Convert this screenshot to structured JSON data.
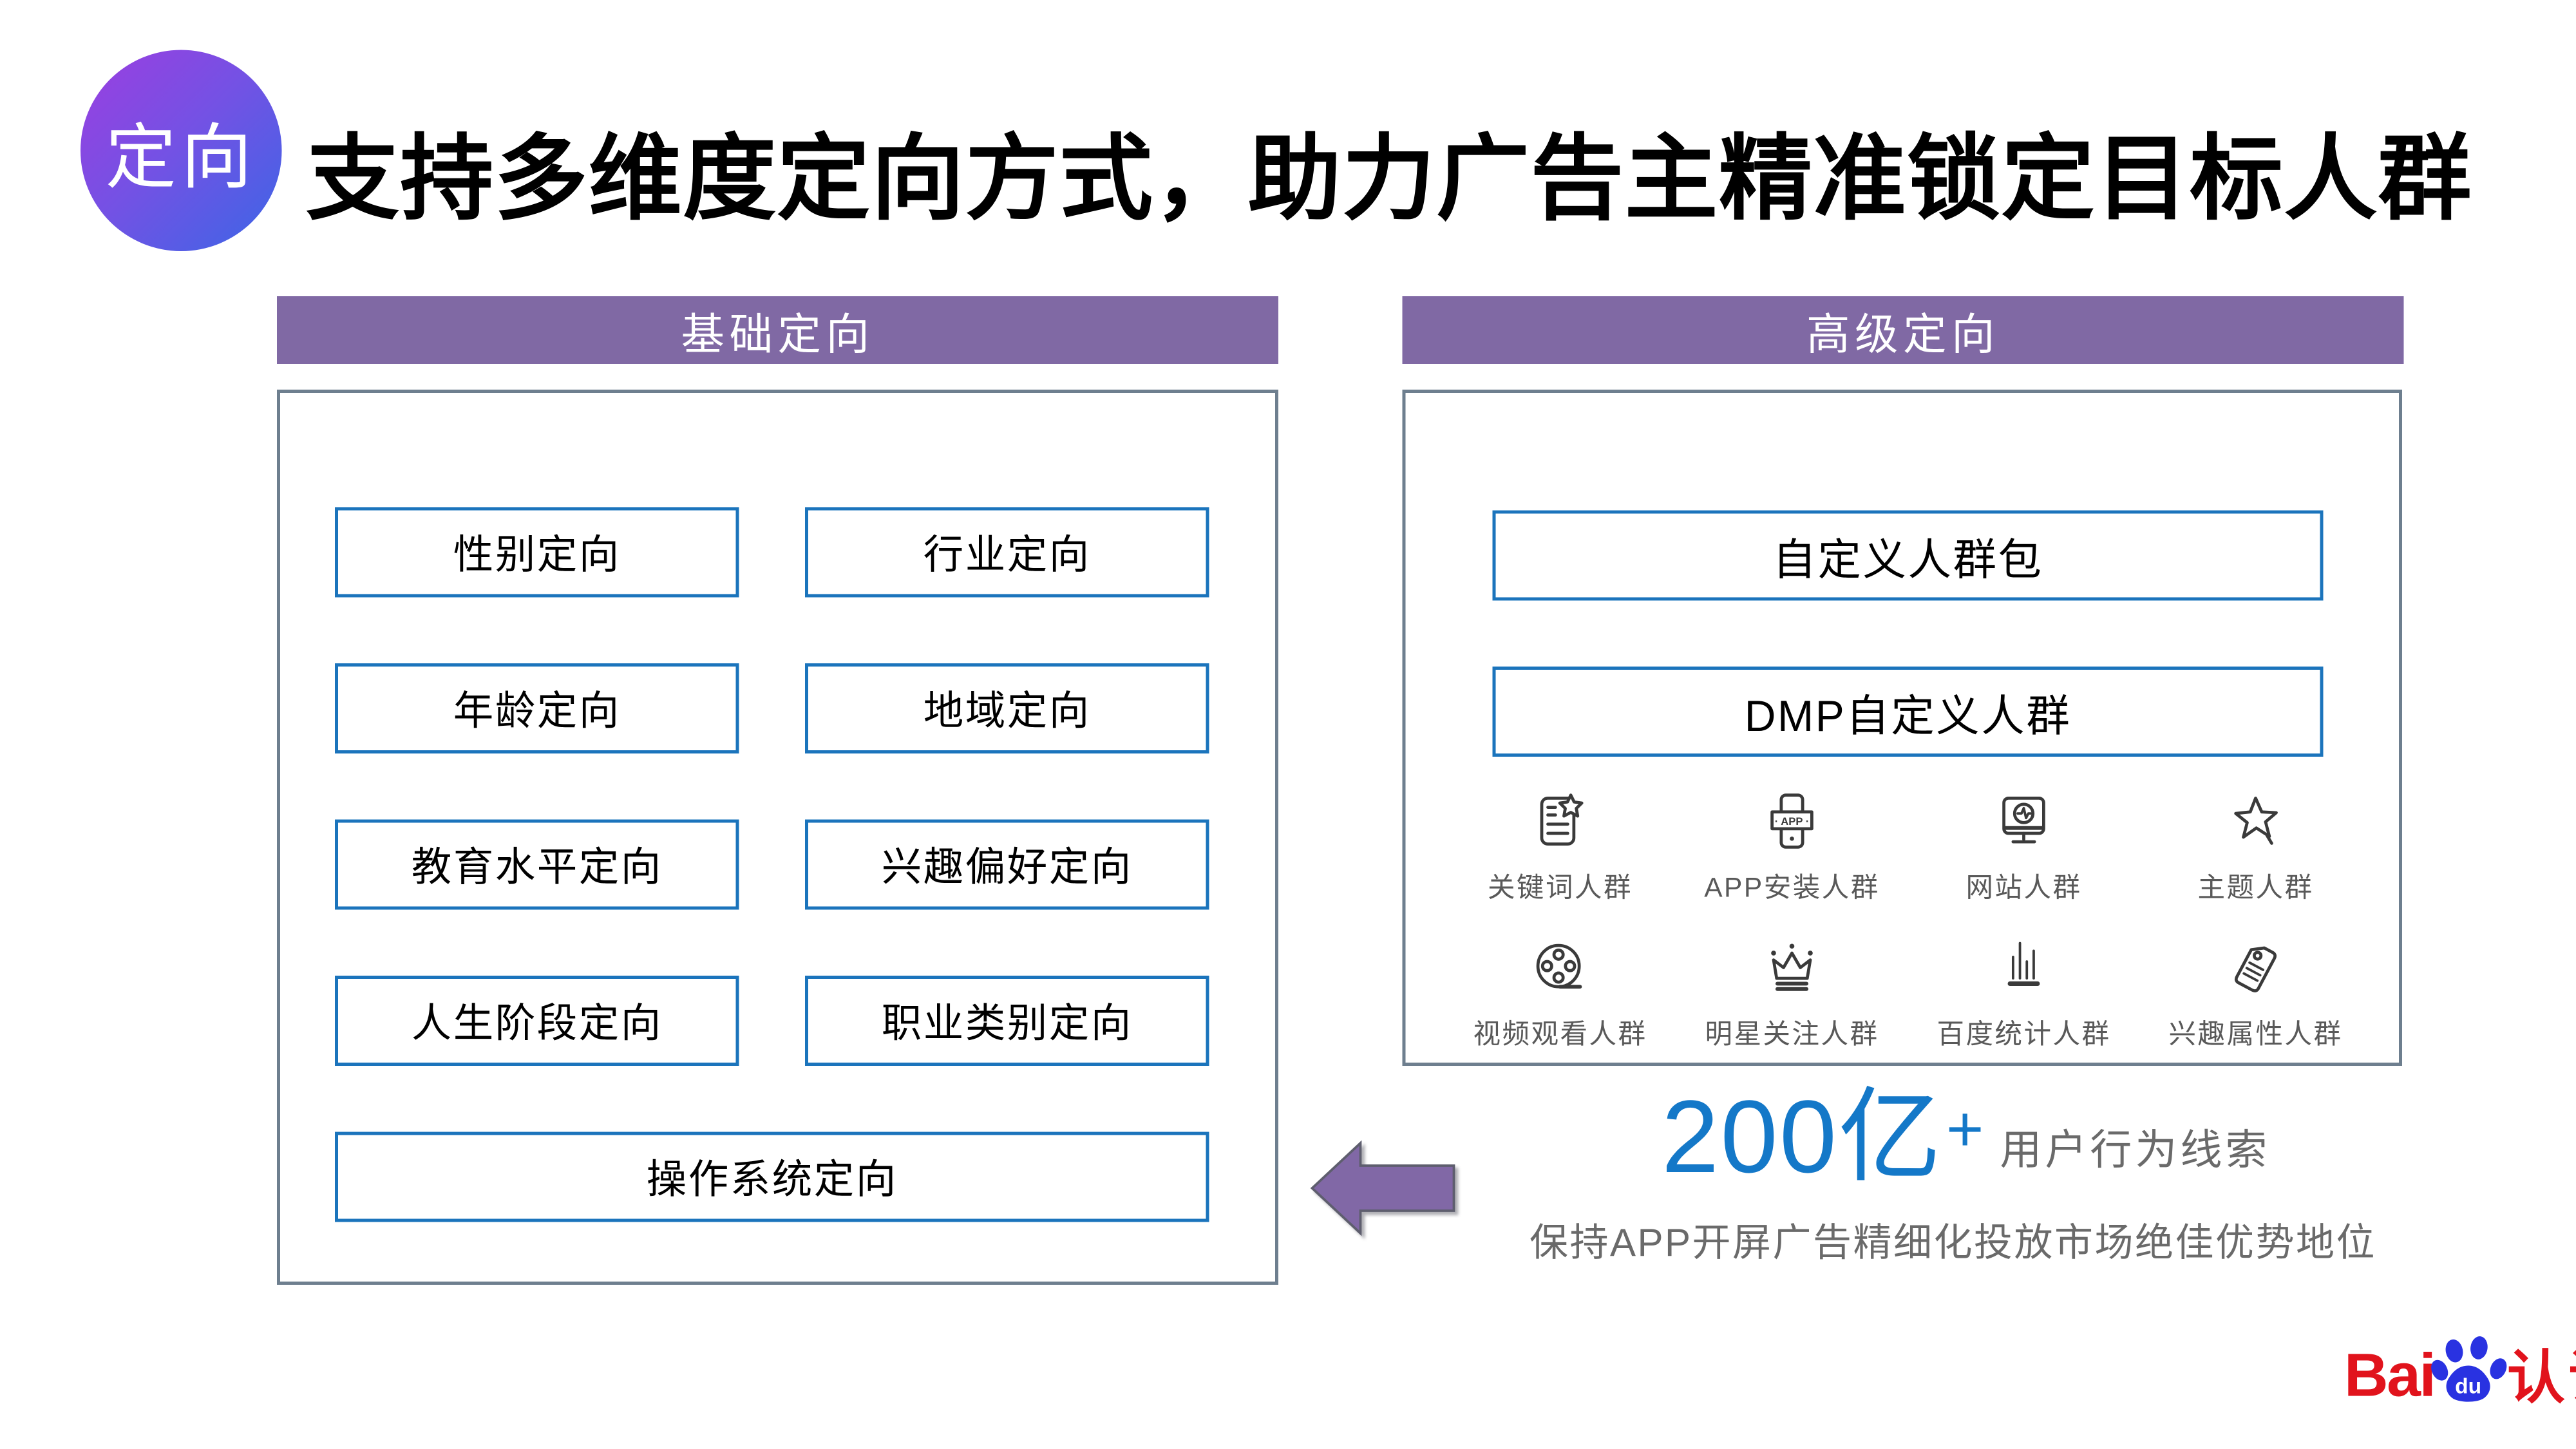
{
  "badge": {
    "label": "定向"
  },
  "title": "支持多维度定向方式，助力广告主精准锁定目标人群",
  "basic": {
    "header": "基础定向",
    "boxes": [
      "性别定向",
      "行业定向",
      "年龄定向",
      "地域定向",
      "教育水平定向",
      "兴趣偏好定向",
      "人生阶段定向",
      "职业类别定向",
      "操作系统定向"
    ]
  },
  "advanced": {
    "header": "高级定向",
    "boxes": [
      "自定义人群包",
      "DMP自定义人群"
    ],
    "icons": [
      {
        "name": "keyword-doc-star-icon",
        "label": "关键词人群"
      },
      {
        "name": "phone-app-icon",
        "label": "APP安装人群",
        "badge": "· APP ·"
      },
      {
        "name": "monitor-pulse-icon",
        "label": "网站人群"
      },
      {
        "name": "sketch-star-icon",
        "label": "主题人群"
      },
      {
        "name": "film-reel-icon",
        "label": "视频观看人群"
      },
      {
        "name": "crown-icon",
        "label": "明星关注人群"
      },
      {
        "name": "bar-chart-icon",
        "label": "百度统计人群"
      },
      {
        "name": "price-tag-icon",
        "label": "兴趣属性人群"
      }
    ]
  },
  "stats": {
    "big_number": "200亿",
    "plus": "+",
    "suffix": "用户行为线索",
    "description": "保持APP开屏广告精细化投放市场绝佳优势地位"
  },
  "logo": {
    "bai": "Bai",
    "du": "du",
    "suffix": "认证"
  },
  "colors": {
    "header_bar_purple": "#8069A4",
    "box_border_blue": "#1B74BC",
    "panel_border_gray": "#6E7F8F",
    "badge_gradient_start": "#9C3EE0",
    "badge_gradient_end": "#3B66E6",
    "arrow_purple": "#8168A6",
    "stat_blue": "#1478C8",
    "text_gray": "#6A6A6A",
    "icon_stroke": "#3A3A3A",
    "logo_red": "#E1131C",
    "logo_blue": "#2932E1"
  }
}
